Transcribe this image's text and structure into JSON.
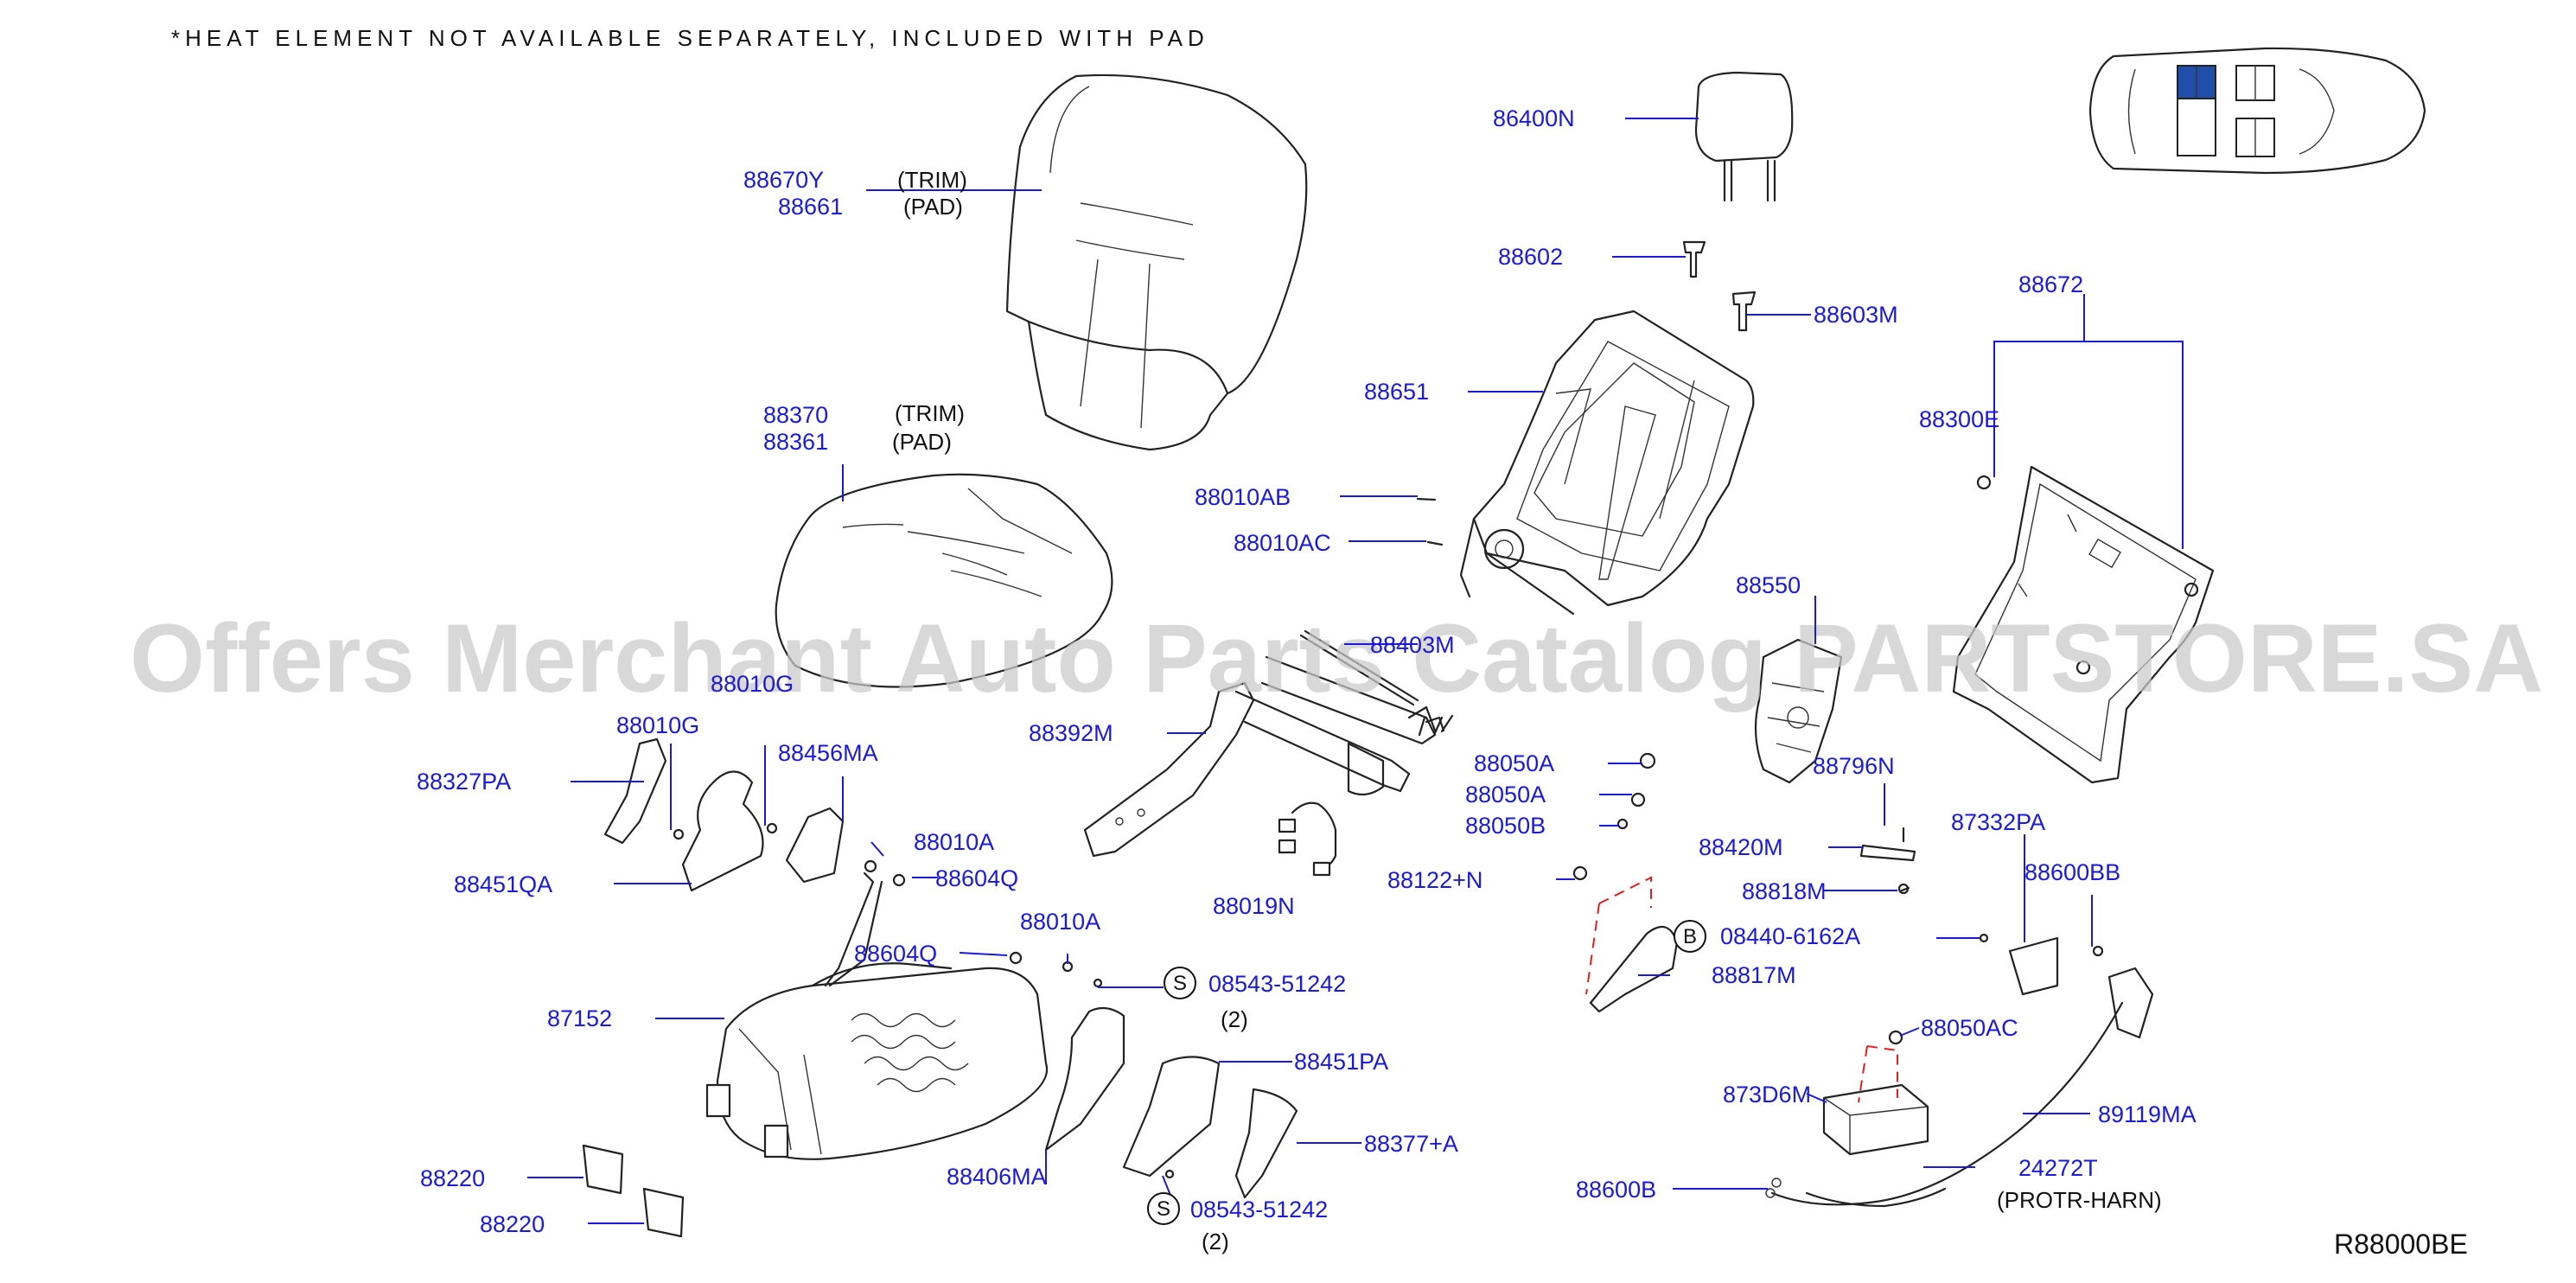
{
  "note": "*HEAT  ELEMENT  NOT  AVAILABLE  SEPARATELY,  INCLUDED  WITH  PAD",
  "diagram_ref": "R88000BE",
  "watermark": "Offers Merchant Auto Parts Catalog PARTSTORE.SA",
  "colors": {
    "label": "#1a1ad8",
    "highlight": "#1f4fa8",
    "dash": "#e02020"
  },
  "descriptors": {
    "trim_back": "(TRIM)",
    "pad_back": "(PAD)",
    "trim_cushion": "(TRIM)",
    "pad_cushion": "(PAD)",
    "qty_1": "(2)",
    "qty_2": "(2)",
    "harness": "(PROTR-HARN)"
  },
  "callouts": {
    "circle_s_1": "S",
    "circle_s_2": "S",
    "circle_b": "B"
  },
  "labels": {
    "p88670Y": "88670Y",
    "p88661": "88661",
    "p88370": "88370",
    "p88361": "88361",
    "p86400N": "86400N",
    "p88602": "88602",
    "p88603M": "88603M",
    "p88651": "88651",
    "p88672": "88672",
    "p88300E": "88300E",
    "p88010AB": "88010AB",
    "p88010AC": "88010AC",
    "p88550": "88550",
    "p88403M": "88403M",
    "p88010G_a": "88010G",
    "p88010G_b": "88010G",
    "p88327PA": "88327PA",
    "p88456MA": "88456MA",
    "p88392M": "88392M",
    "p88050A_a": "88050A",
    "p88050A_b": "88050A",
    "p88050B": "88050B",
    "p88796N": "88796N",
    "p87332PA": "87332PA",
    "p88010A_a": "88010A",
    "p88451QA": "88451QA",
    "p88604Q_a": "88604Q",
    "p88420M": "88420M",
    "p88600BB": "88600BB",
    "p88019N": "88019N",
    "p88122N": "88122+N",
    "p88818M": "88818M",
    "p88010A_b": "88010A",
    "p88604Q_b": "88604Q",
    "p08440": "08440-6162A",
    "p08543_a": "08543-51242",
    "p88817M": "88817M",
    "p87152": "87152",
    "p88050AC": "88050AC",
    "p88451PA": "88451PA",
    "p873D6M": "873D6M",
    "p89119MA": "89119MA",
    "p88377A": "88377+A",
    "p88406MA": "88406MA",
    "p24272T": "24272T",
    "p88220_a": "88220",
    "p88600B": "88600B",
    "p08543_b": "08543-51242",
    "p88220_b": "88220"
  }
}
